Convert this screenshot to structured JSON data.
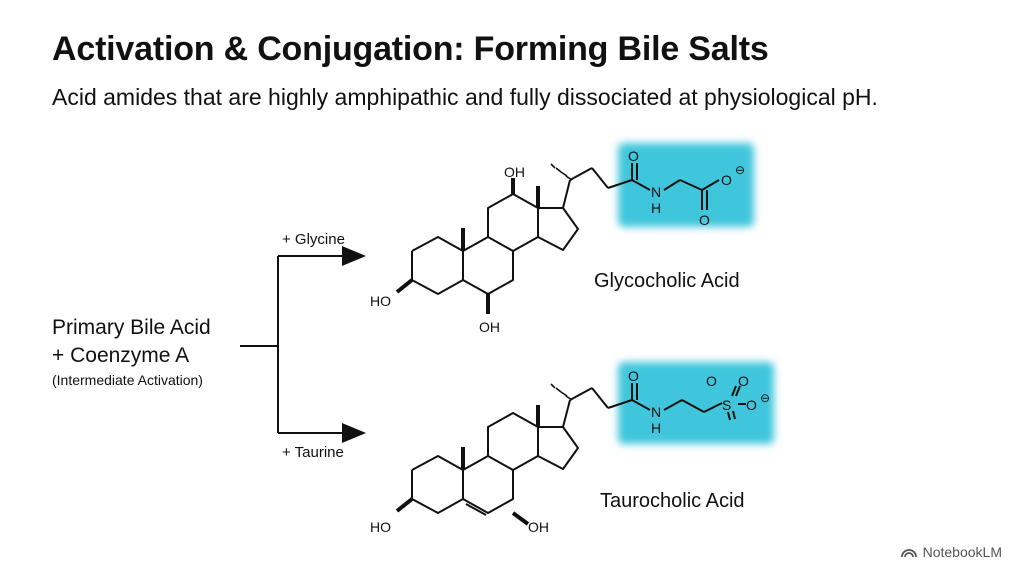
{
  "header": {
    "title": "Activation & Conjugation: Forming Bile Salts",
    "subtitle": "Acid amides that are highly amphipathic and fully dissociated at physiological pH."
  },
  "start": {
    "line1": "Primary Bile Acid",
    "line2": "+ Coenzyme A",
    "note": "(Intermediate Activation)"
  },
  "branches": {
    "top_label": "+ Glycine",
    "bottom_label": "+ Taurine"
  },
  "products": {
    "top_name": "Glycocholic Acid",
    "bottom_name": "Taurocholic Acid"
  },
  "atoms": {
    "oh": "OH",
    "ho": "HO",
    "o": "O",
    "n": "N",
    "h": "H",
    "s": "S",
    "minus": "⊖"
  },
  "colors": {
    "highlight": "#3fc6dc",
    "ink": "#111111"
  },
  "watermark": {
    "text": "NotebookLM",
    "icon": "notebooklm-logo-icon"
  }
}
